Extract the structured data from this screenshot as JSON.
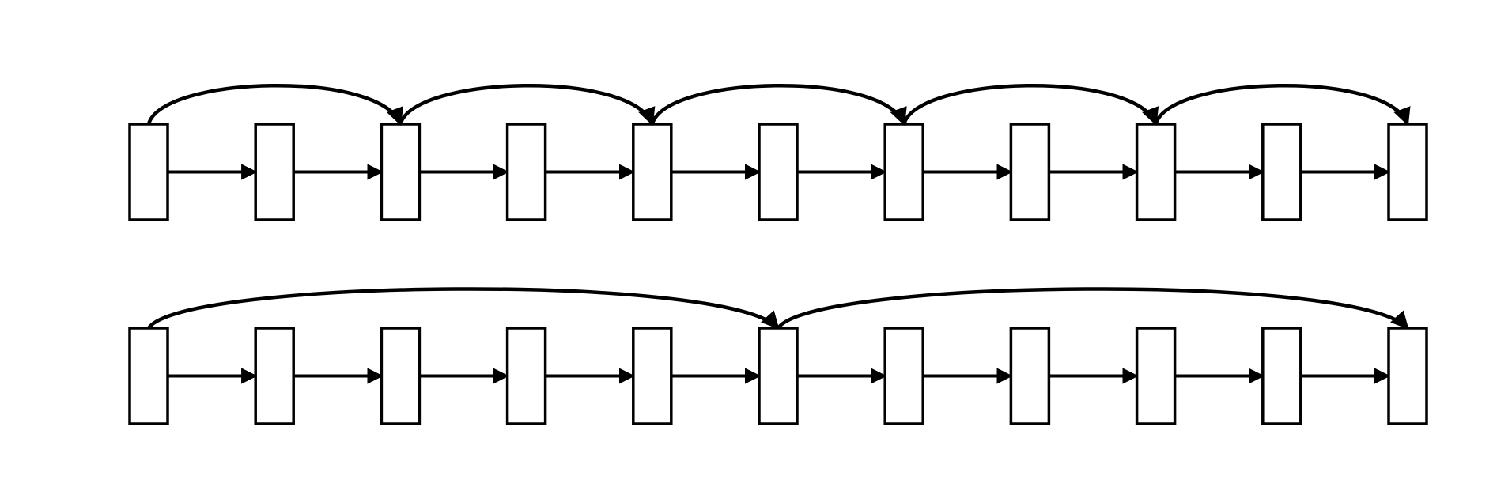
{
  "diagram": {
    "rows": [
      {
        "id": "row-1",
        "node_count": 11,
        "skip_step": 2
      },
      {
        "id": "row-2",
        "node_count": 11,
        "skip_step": 5
      }
    ],
    "colors": {
      "stroke": "#000000",
      "node_fill": "#ffffff",
      "background": "#ffffff"
    }
  }
}
